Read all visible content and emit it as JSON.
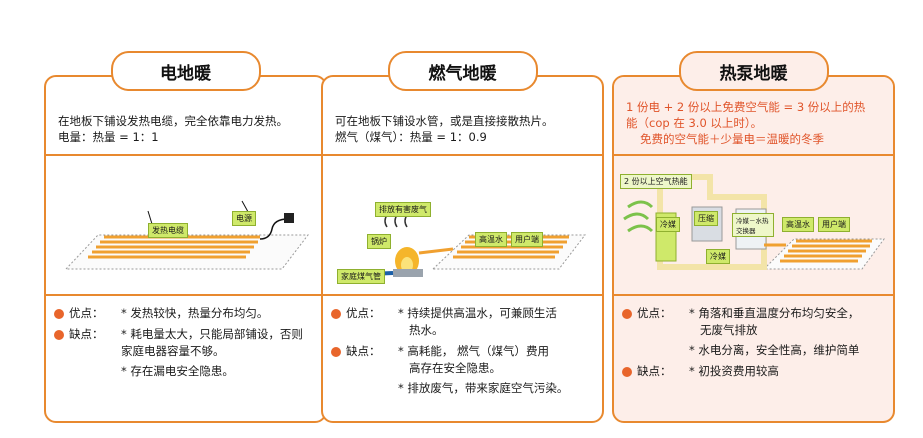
{
  "panels": [
    {
      "title": "电地暖",
      "desc": [
        "在地板下铺设发热电缆，完全依靠电力发热。",
        "电量：热量 = 1：1"
      ],
      "labels": {
        "cable": "发热电缆",
        "power": "电源"
      },
      "pros_label": "优点：",
      "pros": [
        "* 发热较快，热量分布均匀。"
      ],
      "cons_label": "缺点：",
      "cons": [
        "* 耗电量太大，只能局部铺设，否则",
        "家庭电器容量不够。",
        "* 存在漏电安全隐患。"
      ]
    },
    {
      "title": "燃气地暖",
      "desc": [
        "可在地板下铺设水管，或是直接接散热片。",
        "燃气（煤气）：热量 = 1：0.9"
      ],
      "labels": {
        "exhaust": "排放有害废气",
        "boiler": "锅炉",
        "hot_water": "高温水",
        "user_end": "用户端",
        "gas_pipe": "家庭煤气管"
      },
      "pros_label": "优点：",
      "pros": [
        "* 持续提供高温水，可兼顾生活",
        "热水。"
      ],
      "cons_label": "缺点：",
      "cons": [
        "* 高耗能， 燃气（煤气）费用",
        "高存在安全隐患。",
        "* 排放废气，带来家庭空气污染。"
      ]
    },
    {
      "title": "热泵地暖",
      "desc": [
        "1 份电 + 2 份以上免费空气能 = 3 份以上的热",
        "能（cop 在 3.0 以上时）。",
        "免费的空气能＋少量电＝温暖的冬季"
      ],
      "labels": {
        "air_energy": "2 份以上空气热能",
        "refrigerant_left": "冷媒",
        "compressor": "压缩",
        "exchanger": "冷媒－水热交换器",
        "refrigerant_bottom": "冷媒",
        "hot_water": "高温水",
        "user_end": "用户端"
      },
      "pros_label": "优点：",
      "pros": [
        "* 角落和垂直温度分布均匀安全，",
        "无废气排放",
        "* 水电分离，安全性高，维护简单"
      ],
      "cons_label": "缺点：",
      "cons": [
        "* 初投资费用较高"
      ]
    }
  ],
  "colors": {
    "accent": "#e8892f",
    "dot": "#e8652b",
    "highlight": "#e0542a",
    "tag": "#cfe96a",
    "pipe": "#f0a030",
    "bg_heatpump": "#fdeee9"
  }
}
